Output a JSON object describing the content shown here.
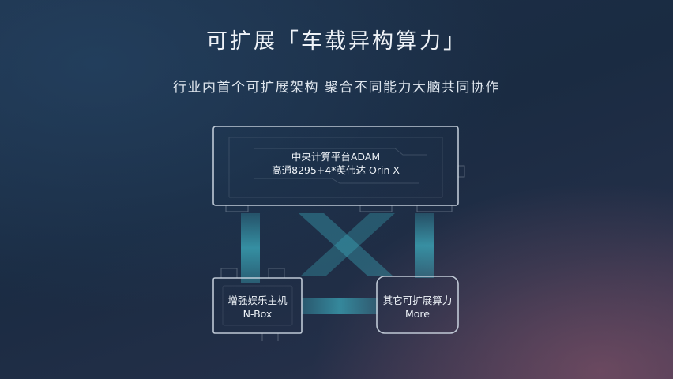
{
  "title": "可扩展「车载异构算力」",
  "subtitle": "行业内首个可扩展架构 聚合不同能力大脑共同协作",
  "nodes": {
    "central": {
      "line1": "中央计算平台ADAM",
      "line2": "高通8295+4*英伟达 Orin X"
    },
    "nbox": {
      "line1": "增强娱乐主机",
      "line2": "N-Box"
    },
    "more": {
      "line1": "其它可扩展算力",
      "line2": "More"
    }
  },
  "colors": {
    "connector": "#3fb8c9",
    "outline": "#cfd9e4",
    "background": "#1d2d44"
  }
}
